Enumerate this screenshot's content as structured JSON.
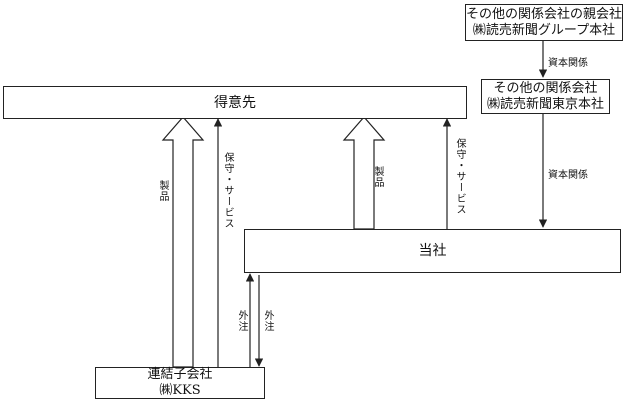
{
  "nodes": {
    "top_parent": {
      "line1": "その他の関係会社の親会社",
      "line2": "㈱読売新聞グループ本社"
    },
    "other_affiliate": {
      "line1": "その他の関係会社",
      "line2": "㈱読売新聞東京本社"
    },
    "customer": {
      "label": "得意先"
    },
    "company": {
      "label": "当社"
    },
    "subsidiary": {
      "line1": "連結子会社",
      "line2": "㈱KKS"
    }
  },
  "labels": {
    "capital1": "資本関係",
    "capital2": "資本関係",
    "product_sub": "製品",
    "maint_sub": "保守・サービス",
    "product_co": "製品",
    "maint_co": "保守・サービス",
    "outsource_up": "外注",
    "outsource_down": "外注"
  }
}
